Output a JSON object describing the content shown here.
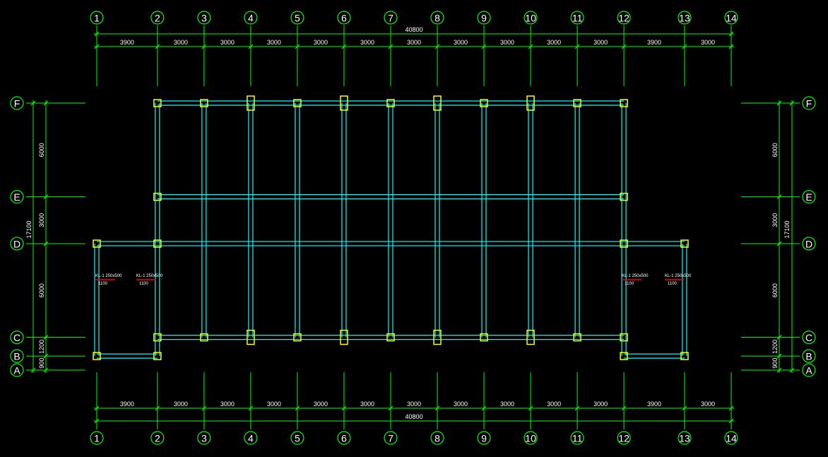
{
  "grid": {
    "col_labels": [
      "1",
      "2",
      "3",
      "4",
      "5",
      "6",
      "7",
      "8",
      "9",
      "10",
      "11",
      "12",
      "13",
      "14"
    ],
    "col_spacings": [
      3900,
      3000,
      3000,
      3000,
      3000,
      3000,
      3000,
      3000,
      3000,
      3000,
      3000,
      3900,
      3000
    ],
    "col_spacing_labels": [
      "3900",
      "3000",
      "3000",
      "3000",
      "3000",
      "3000",
      "3000",
      "3000",
      "3000",
      "3000",
      "3000",
      "3900",
      "3000"
    ],
    "total_length_label": "40800",
    "row_labels": [
      "F",
      "E",
      "D",
      "C",
      "B",
      "A"
    ],
    "row_spacings": [
      6000,
      3000,
      6000,
      1200,
      900
    ],
    "row_spacing_labels": [
      "6000",
      "3000",
      "6000",
      "1200",
      "900"
    ],
    "row_overall_label": "17100"
  },
  "notes": [
    {
      "text": "KL-1 250x500",
      "dim": "1100"
    },
    {
      "text": "KL-1 250x500",
      "dim": "1100"
    },
    {
      "text": "KL-1 250x500",
      "dim": "1100"
    },
    {
      "text": "KL-1 250x500",
      "dim": "1100"
    }
  ],
  "colors": {
    "background": "#000000",
    "axis": "#00ff00",
    "beam": "#00ffff",
    "column": "#ffff00",
    "note_line": "#ff0000",
    "text": "#ffffff"
  }
}
